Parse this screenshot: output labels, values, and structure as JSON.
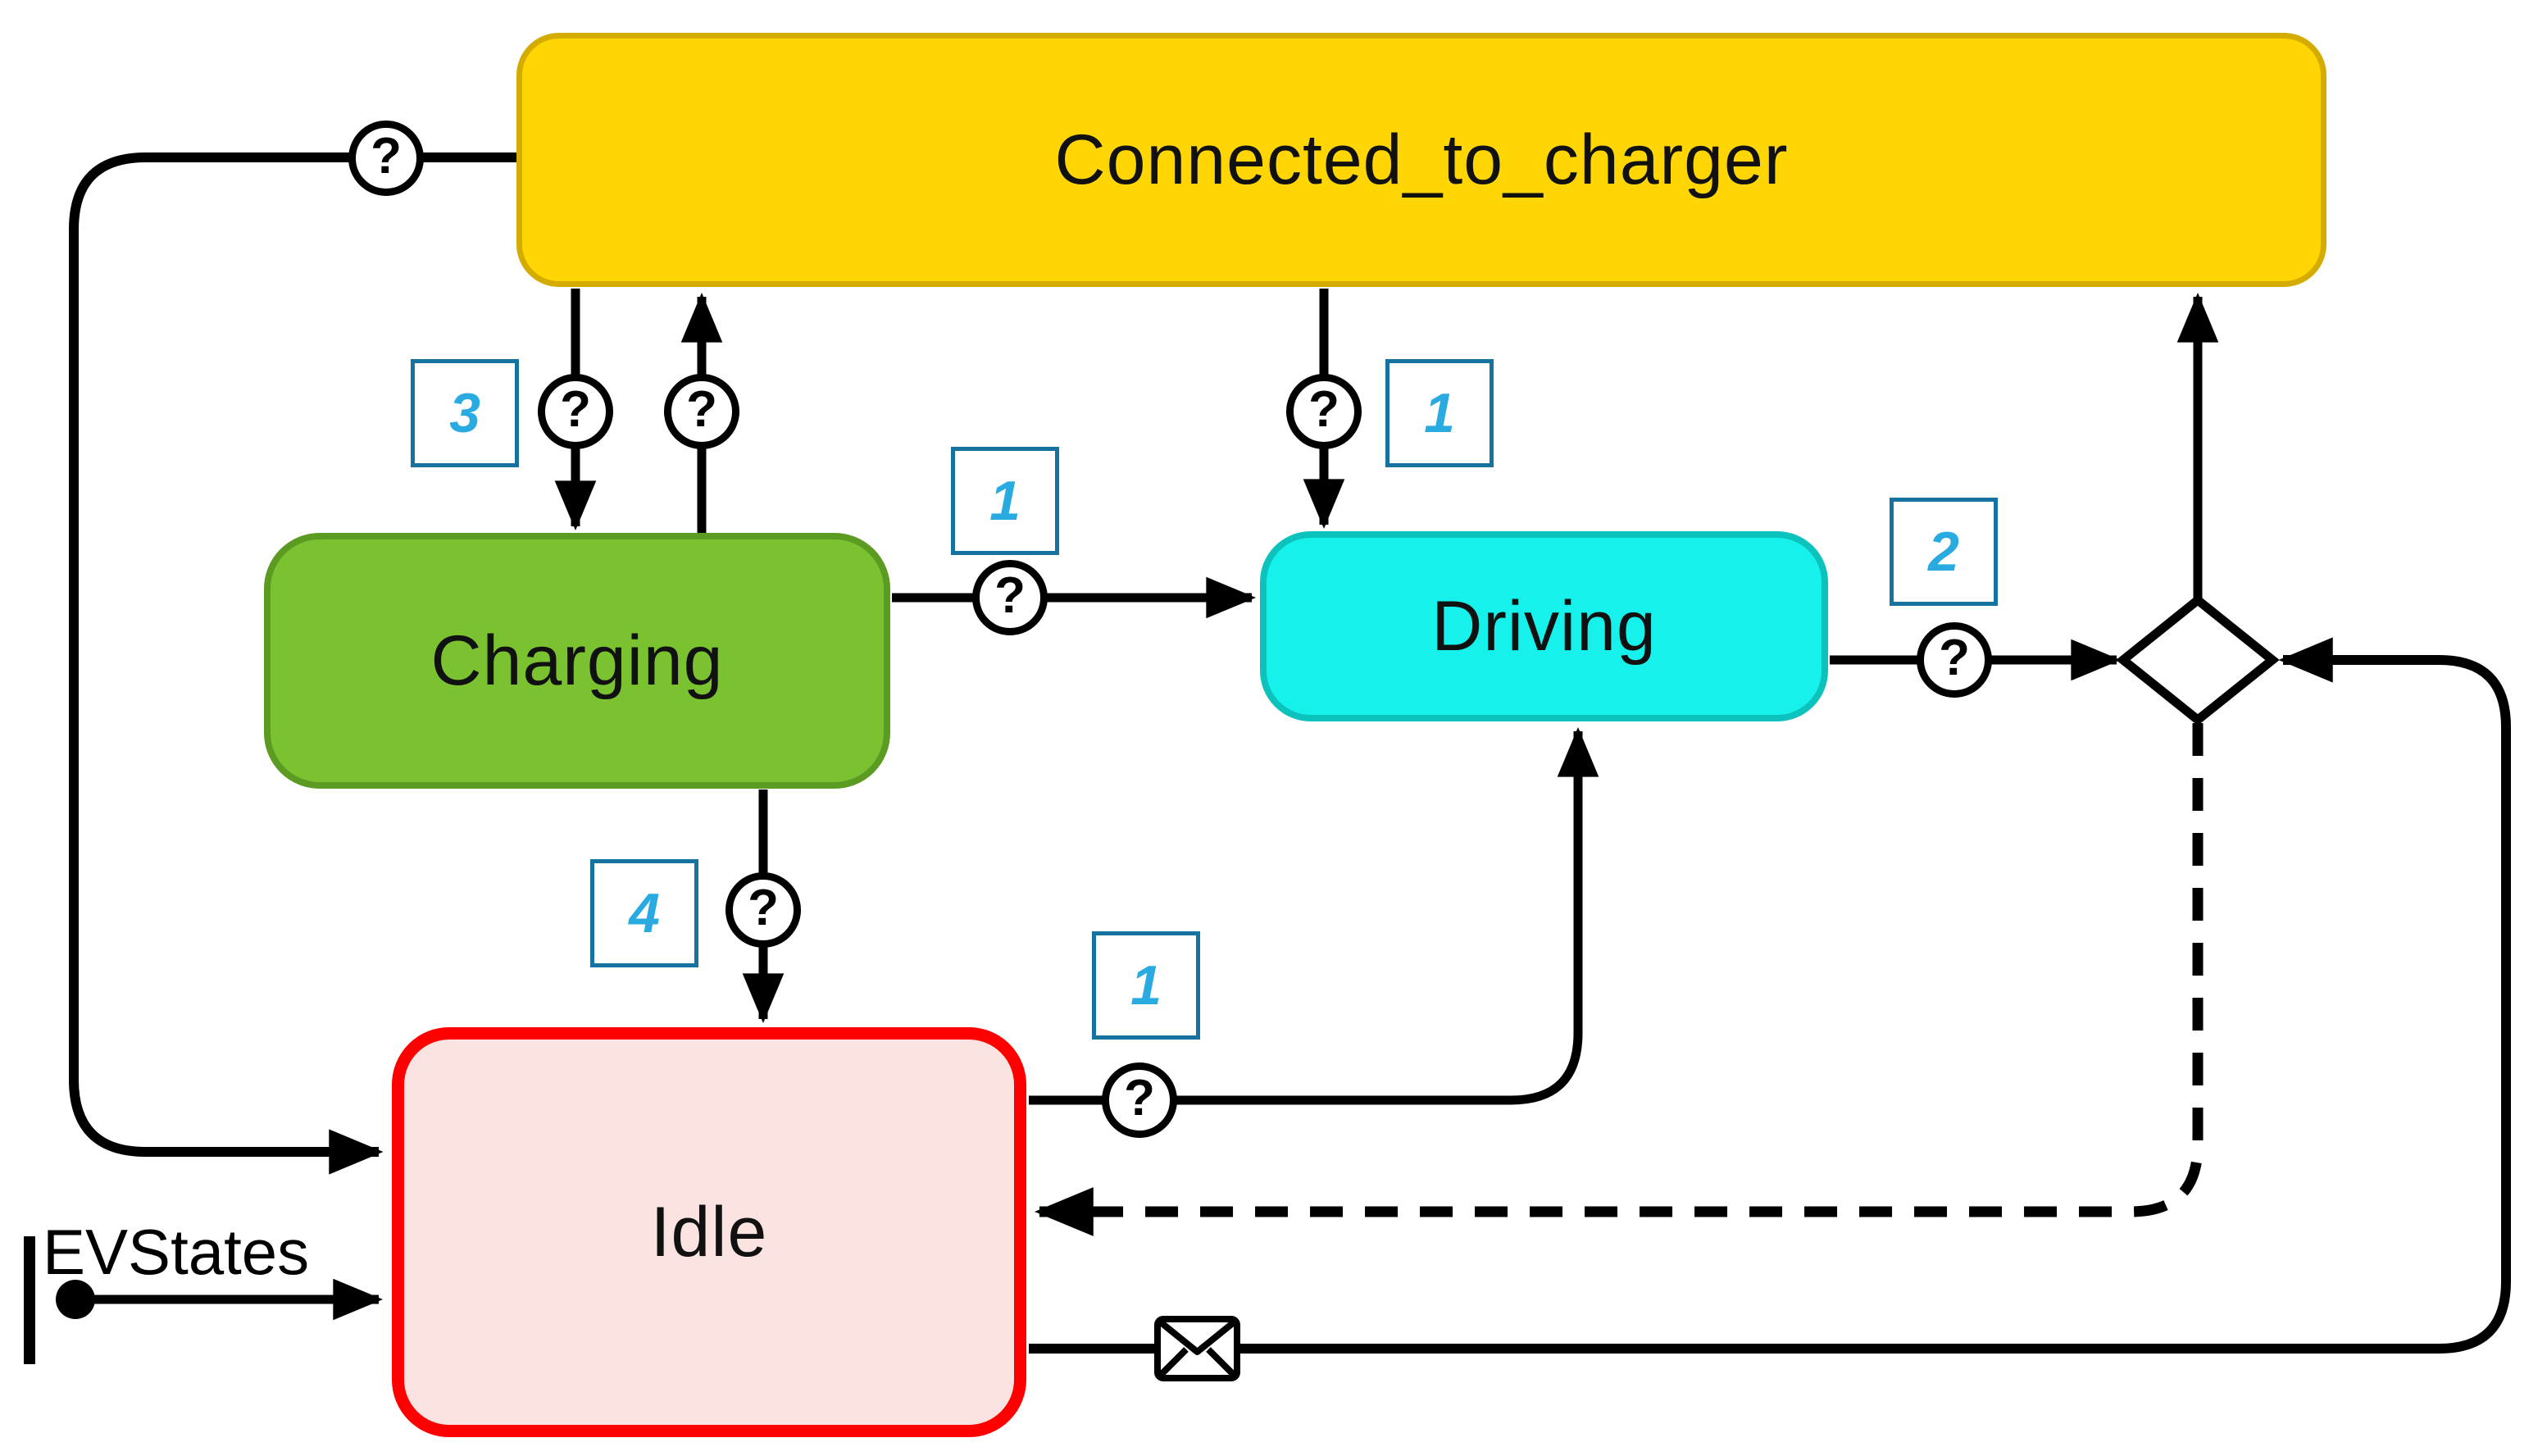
{
  "diagram": {
    "chart_label": "EVStates",
    "guard_placeholder": "?",
    "states": {
      "connected_to_charger": {
        "label": "Connected_to_charger",
        "fill": "#FFD503",
        "border": "#D4AC00"
      },
      "charging": {
        "label": "Charging",
        "fill": "#7AC230",
        "border": "#5C9B22"
      },
      "driving": {
        "label": "Driving",
        "fill": "#17F1EC",
        "border": "#0CC2BD"
      },
      "idle": {
        "label": "Idle",
        "fill": "#FBE3E1",
        "border": "#FE0000"
      }
    },
    "execution_order_badges": {
      "connected_to_charging": "3",
      "connected_to_driving": "1",
      "charging_to_driving": "1",
      "driving_to_junction": "2",
      "charging_to_idle": "4",
      "idle_to_driving": "1"
    },
    "colors": {
      "line": "#000000",
      "badge_border": "#16729F",
      "badge_number": "#29ABE2",
      "background": "#FFFFFF",
      "idle_border_red": "#FE0000"
    }
  }
}
